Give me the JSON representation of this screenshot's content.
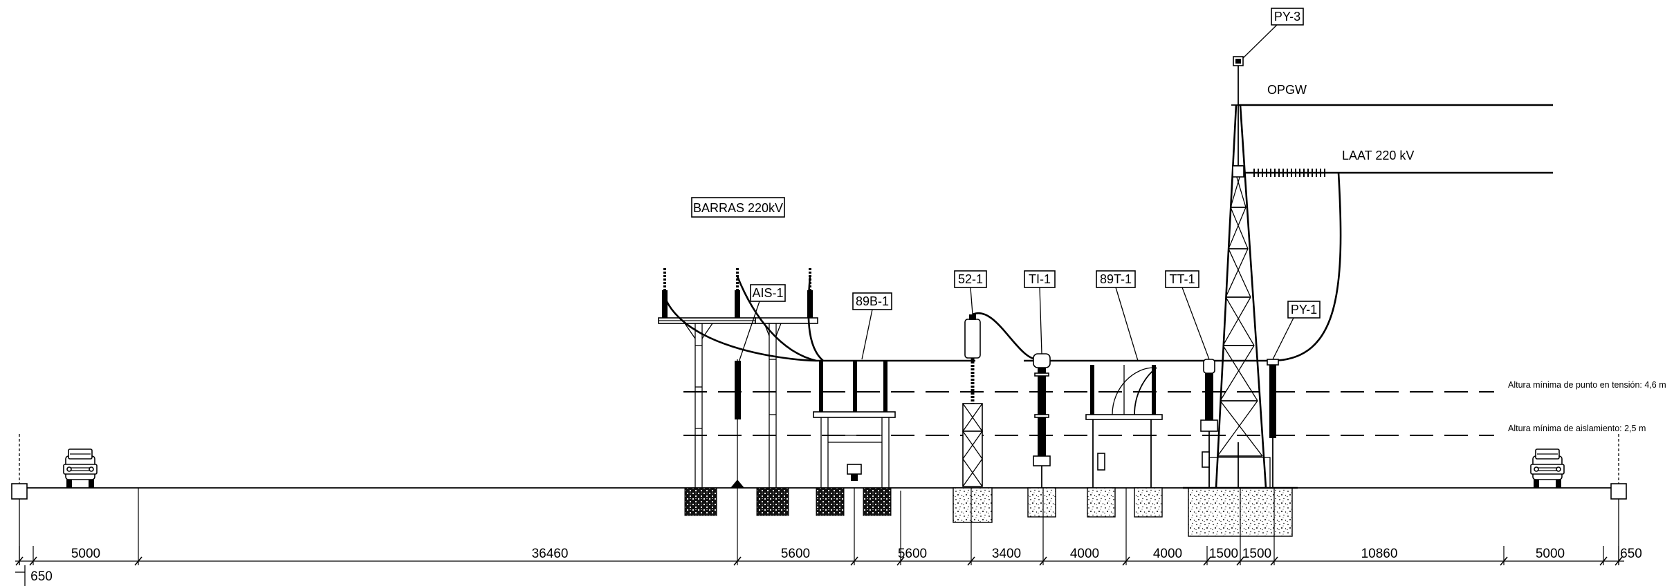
{
  "labels": {
    "barras": "BARRAS 220kV",
    "ais1": "AIS-1",
    "b89_1": "89B-1",
    "c52_1": "52-1",
    "ti1": "TI-1",
    "t89_1": "89T-1",
    "tt1": "TT-1",
    "py1": "PY-1",
    "py3": "PY-3",
    "opgw": "OPGW",
    "laat": "LAAT 220 kV"
  },
  "notes": {
    "tension": "Altura mínima de punto en tensión: 4,6 m",
    "aislamiento": "Altura mínima de aislamiento: 2,5 m"
  },
  "dimensions": {
    "segments": [
      "5000",
      "36460",
      "5600",
      "5600",
      "3400",
      "4000",
      "4000",
      "1500",
      "1500",
      "10860",
      "5000",
      "650"
    ],
    "left_offset": "650"
  }
}
